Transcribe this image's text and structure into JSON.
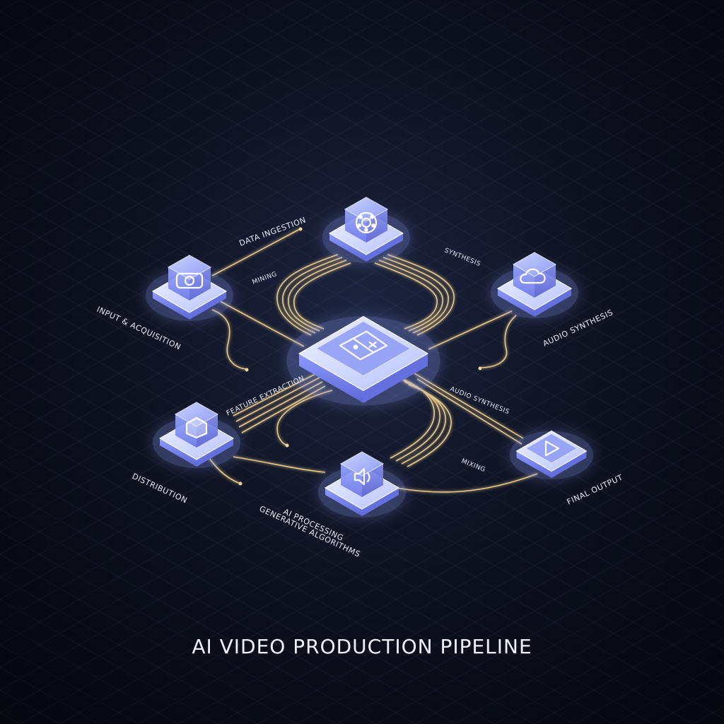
{
  "title": "AI VIDEO PRODUCTION PIPELINE",
  "nodes": [
    {
      "id": "data-ingestion",
      "icon": "neural-network-icon"
    },
    {
      "id": "input-acquisition",
      "icon": "camera-icon"
    },
    {
      "id": "audio-synthesis",
      "icon": "cloud-icon"
    },
    {
      "id": "central-editor",
      "icon": "video-editor-icon"
    },
    {
      "id": "distribution",
      "icon": "cube-icon"
    },
    {
      "id": "ai-processing",
      "icon": "speaker-icon"
    },
    {
      "id": "final-output",
      "icon": "play-icon"
    }
  ],
  "labels": {
    "data_ingestion": "DATA INGESTION",
    "mining": "MINING",
    "input_acquisition": "INPUT & ACQUISITION",
    "synthesis": "SYNTHESIS",
    "audio_synthesis": "AUDIO SYNTHESIS",
    "feature_extraction": "FEATURE EXTRACTION",
    "audio_synthesis_2": "AUDIO SYNTHESIS",
    "distribution": "DISTRIBUTION",
    "mixing": "MIXING",
    "final_output": "FINAL OUTPUT",
    "ai_processing": "AI PROCESSING",
    "generative_algorithms": "GENERATIVE ALGORITHMS"
  },
  "colors": {
    "background": "#141a2e",
    "grid": "#2a3352",
    "wire": "#e7c98a",
    "node_top": "#b8c4ff",
    "node_side": "#7f8cf0",
    "glow": "#8fa2ff"
  }
}
